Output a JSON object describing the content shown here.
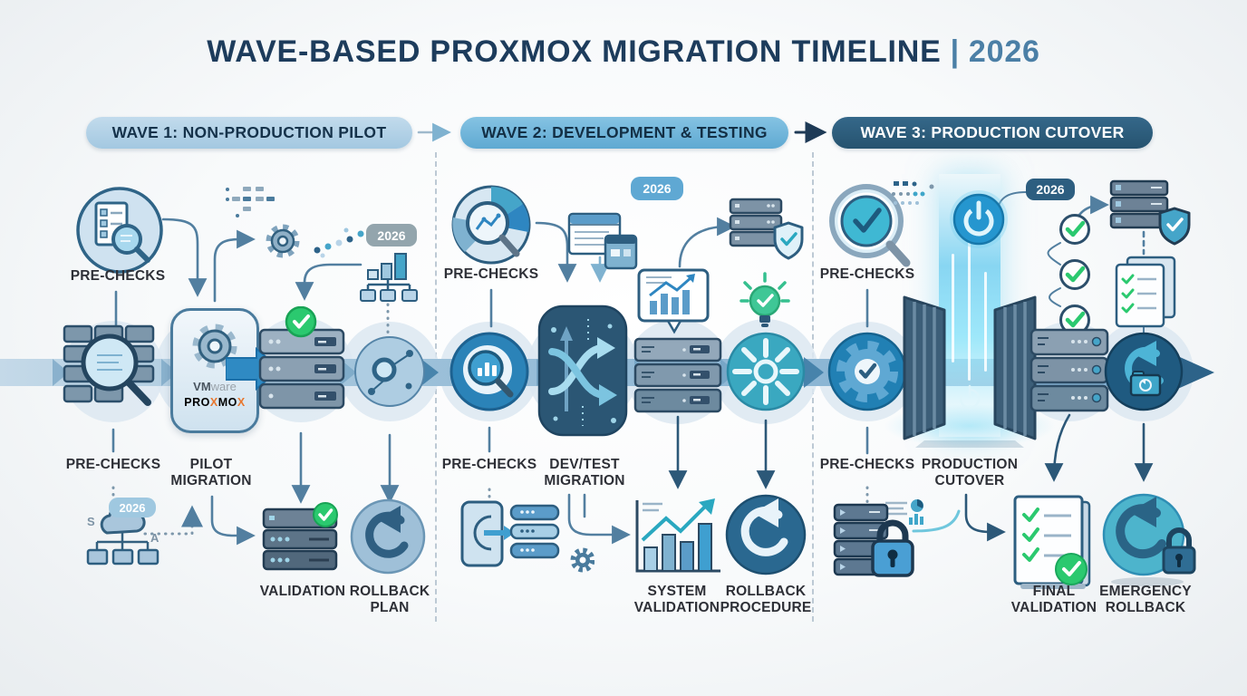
{
  "title": {
    "main": "WAVE-BASED PROXMOX MIGRATION TIMELINE",
    "separator": "|",
    "year": "2026"
  },
  "waves": [
    {
      "header": "WAVE 1: NON-PRODUCTION PILOT",
      "top_precheck": "PRE-CHECKS",
      "badge_year": "2026",
      "main_precheck": "PRE-CHECKS",
      "migration_l1": "PILOT",
      "migration_l2": "MIGRATION",
      "vmware_bold": "VM",
      "vmware_light": "ware",
      "proxmox_p1": "PRO",
      "proxmox_x1": "X",
      "proxmox_p2": "MO",
      "proxmox_x2": "X",
      "cloud_year": "2026",
      "letter_s": "S",
      "letter_a": "A",
      "validation_l1": "VALIDATION",
      "validation_l2": "",
      "rollback_l1": "ROLLBACK",
      "rollback_l2": "PLAN"
    },
    {
      "header": "WAVE 2: DEVELOPMENT & TESTING",
      "top_precheck": "PRE-CHECKS",
      "bubble_year": "2026",
      "main_precheck": "PRE-CHECKS",
      "migration_l1": "DEV/TEST",
      "migration_l2": "MIGRATION",
      "validation_l1": "SYSTEM",
      "validation_l2": "VALIDATION",
      "rollback_l1": "ROLLBACK",
      "rollback_l2": "PROCEDURE"
    },
    {
      "header": "WAVE 3: PRODUCTION CUTOVER",
      "top_precheck": "PRE-CHECKS",
      "badge_year": "2026",
      "main_precheck": "PRE-CHECKS",
      "migration_l1": "PRODUCTION",
      "migration_l2": "CUTOVER",
      "validation_l1": "FINAL",
      "validation_l2": "VALIDATION",
      "rollback_l1": "EMERGENCY",
      "rollback_l2": "ROLLBACK"
    }
  ],
  "colors": {
    "title_navy": "#1d3c5c",
    "year_blue": "#4b7fa6",
    "accent_blue": "#2e86c1",
    "teal": "#45b8d0",
    "green": "#2ecc71",
    "band_blue": "#8fb6d2",
    "proxmox_orange": "#e8772e",
    "wave3_navy": "#26536f"
  },
  "icons": {
    "wave1_top": "checklist-magnifier",
    "wave1_node1": "server-grid-magnifier",
    "wave1_node2": "gear-vmware-proxmox-arrow",
    "wave1_node3": "server-stack-check",
    "wave1_node4": "network-node",
    "wave1_bottom": "cloud-topology",
    "wave2_top": "pie-chart-magnifier",
    "wave2_node2": "crossing-arrows-flow",
    "wave2_node4": "starburst-lightbulb",
    "wave3_top": "magnifier-check",
    "wave3_center": "gates-light-beam-power",
    "wave3_rollback": "rollback-folder",
    "shared": "rollback-arrow, shield-check, checklist-doc, padlock"
  }
}
